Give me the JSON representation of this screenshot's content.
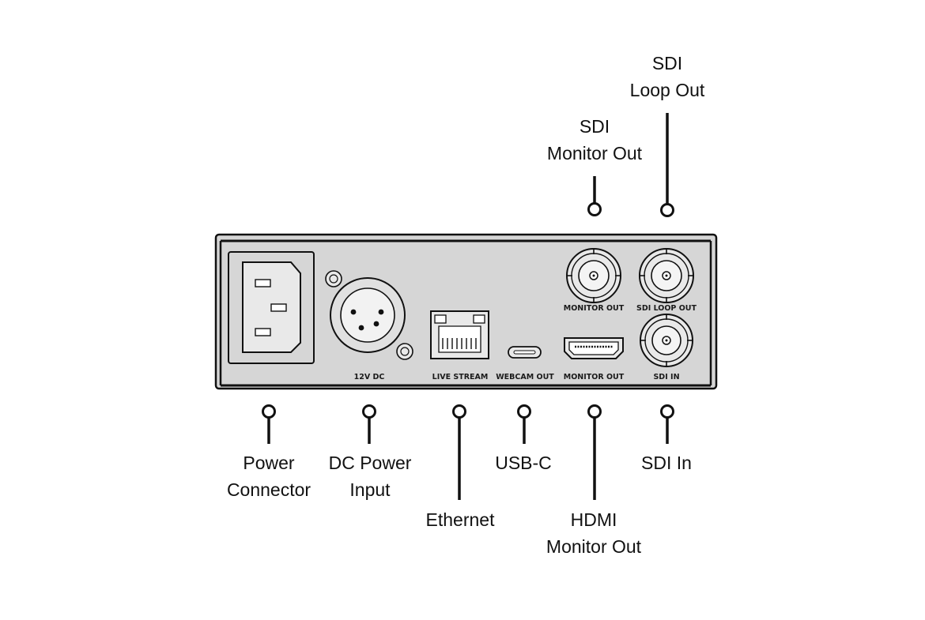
{
  "callouts": {
    "sdi_loop_out": {
      "line1": "SDI",
      "line2": "Loop Out"
    },
    "sdi_monitor_out": {
      "line1": "SDI",
      "line2": "Monitor Out"
    },
    "power_connector": {
      "line1": "Power",
      "line2": "Connector"
    },
    "dc_power_input": {
      "line1": "DC Power",
      "line2": "Input"
    },
    "ethernet": {
      "line1": "Ethernet"
    },
    "usb_c": {
      "line1": "USB-C"
    },
    "hdmi_monitor_out": {
      "line1": "HDMI",
      "line2": "Monitor Out"
    },
    "sdi_in": {
      "line1": "SDI In"
    }
  },
  "panel_labels": {
    "dc": "12V DC",
    "live_stream": "LIVE STREAM",
    "webcam_out": "WEBCAM OUT",
    "hdmi_monitor_out": "MONITOR OUT",
    "sdi_monitor_out": "MONITOR OUT",
    "sdi_loop_out": "SDI LOOP OUT",
    "sdi_in": "SDI IN"
  },
  "colors": {
    "panel_fill": "#d6d6d6",
    "outline": "#111111",
    "background": "#ffffff"
  }
}
